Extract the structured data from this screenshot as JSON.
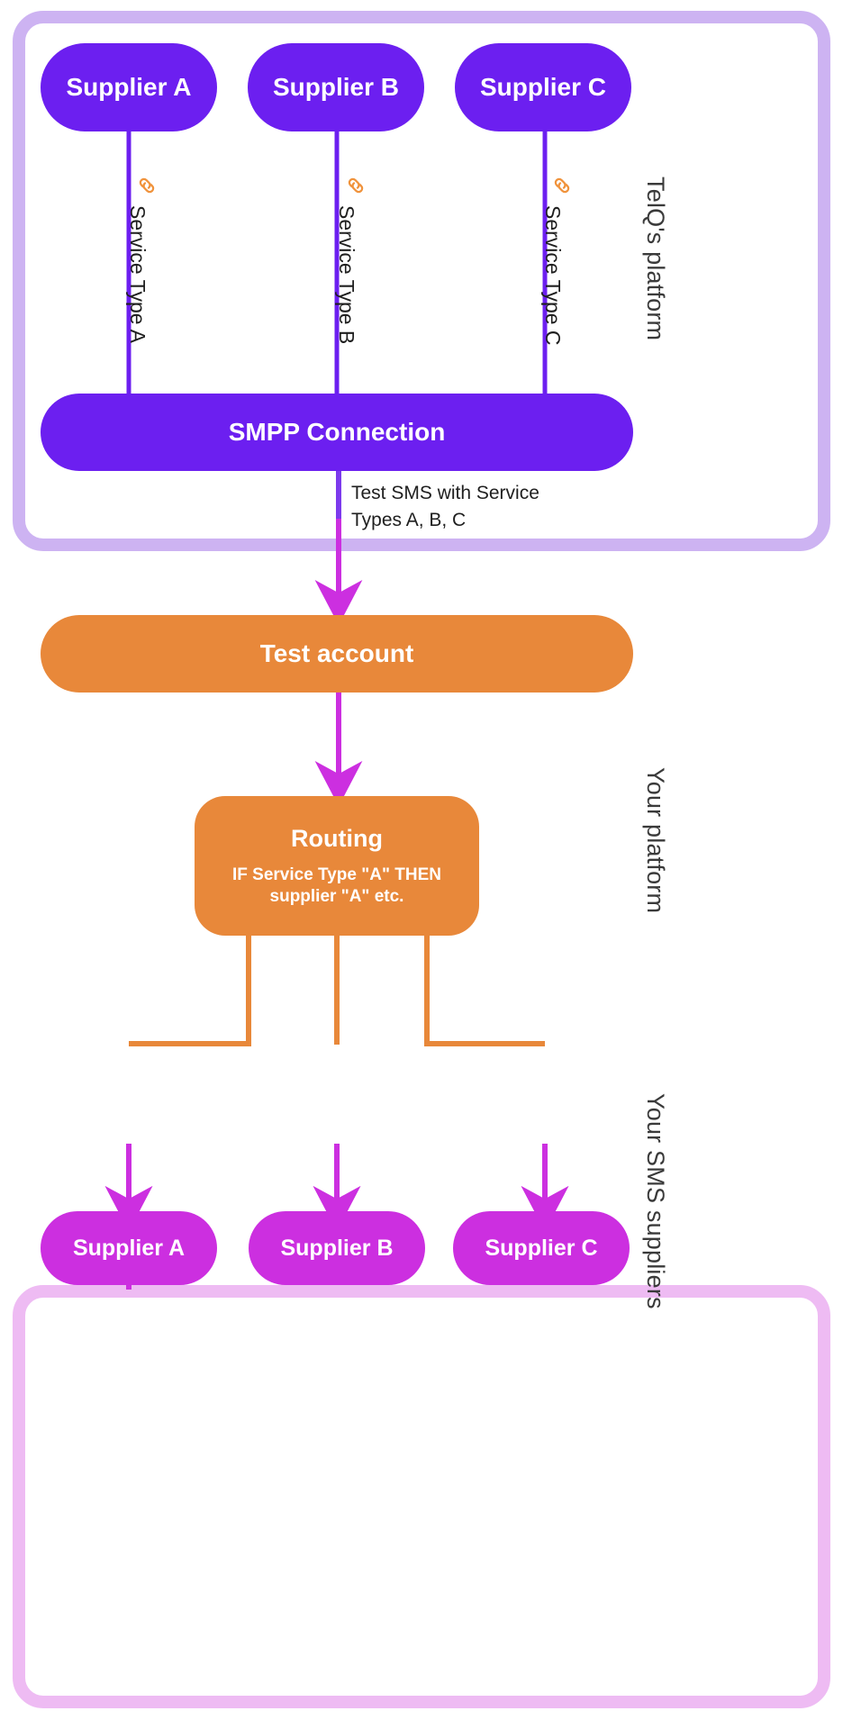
{
  "diagram": {
    "title": "TelQ SMPP service-type routing diagram",
    "colors": {
      "purple_pill": "#6c1ff0",
      "orange_pill": "#e8883a",
      "magenta_pill": "#cc2fe0",
      "frame_light_purple": "#cdb3f2",
      "frame_pink_purple": "#eebbf3",
      "link_icon_orange": "#f0933c",
      "arrow_magenta": "#cc2fe0",
      "text_dark": "#1f1f1f"
    },
    "frames": [
      {
        "id": "telq",
        "label": "TelQ's platform",
        "border_color": "#cdb3f2"
      },
      {
        "id": "your-platform",
        "label": "Your platform",
        "border_color": "none"
      },
      {
        "id": "sms-suppliers",
        "label": "Your SMS suppliers",
        "border_color": "#eebbf3"
      }
    ],
    "top_suppliers": [
      {
        "label": "Supplier A"
      },
      {
        "label": "Supplier B"
      },
      {
        "label": "Supplier C"
      }
    ],
    "service_types": [
      {
        "label": "Service Type A",
        "icon": "link-icon"
      },
      {
        "label": "Service Type B",
        "icon": "link-icon"
      },
      {
        "label": "Service Type C",
        "icon": "link-icon"
      }
    ],
    "smpp": {
      "label": "SMPP Connection"
    },
    "test_sms_caption": "Test SMS with Service Types A, B, C",
    "test_account": {
      "label": "Test account"
    },
    "routing": {
      "title": "Routing",
      "rule": "IF Service Type \"A\" THEN supplier \"A\" etc."
    },
    "bottom_suppliers": [
      {
        "label": "Supplier A"
      },
      {
        "label": "Supplier B"
      },
      {
        "label": "Supplier C"
      }
    ]
  }
}
